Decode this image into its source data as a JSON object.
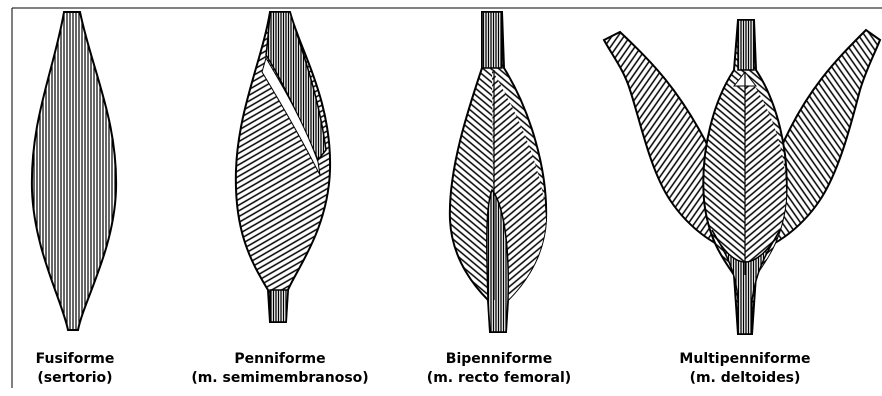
{
  "muscles": [
    {
      "id": "fusiform",
      "name": "Fusiforme",
      "example": "(sertorio)"
    },
    {
      "id": "penniform",
      "name": "Penniforme",
      "example": "(m. semimembranoso)"
    },
    {
      "id": "bipenniform",
      "name": "Bipenniforme",
      "example": "(m. recto femoral)"
    },
    {
      "id": "multipenniform",
      "name": "Multipenniforme",
      "example": "(m. deltoides)"
    }
  ],
  "colors": {
    "ink": "#000000",
    "paper": "#ffffff"
  }
}
